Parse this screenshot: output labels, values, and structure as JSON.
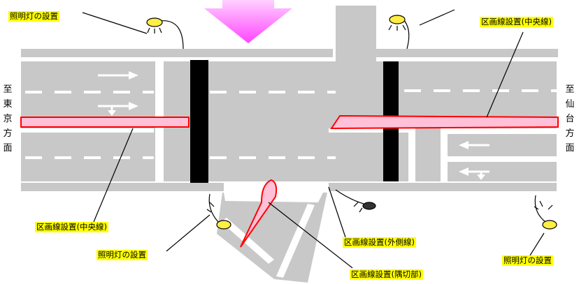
{
  "labels": {
    "lighting_top_left": "照明灯の設置",
    "center_line_right": "区画線設置(中央線)",
    "center_line_left": "区画線設置(中央線)",
    "lighting_bottom_left": "照明灯の設置",
    "outer_line": "区画線設置(外側線)",
    "corner_cut_line": "区画線設置(隅切部)",
    "lighting_bottom_right": "照明灯の設置"
  },
  "directions": {
    "left": [
      "至",
      "東",
      "京",
      "方",
      "面"
    ],
    "right": [
      "至",
      "仙",
      "台",
      "方",
      "面"
    ]
  },
  "colors": {
    "road": "#c8c8c8",
    "sidewalk": "#ffffff",
    "crosswalk": "#000000",
    "center_line_fill": "#ffc0d8",
    "center_line_stroke": "#ff0000",
    "label_bg": "#ffff00",
    "arrow": "#ff66ff",
    "lamp": "#ffee44"
  },
  "icons": [
    "lamp-icon",
    "down-arrow-icon",
    "lane-arrow-icon"
  ]
}
